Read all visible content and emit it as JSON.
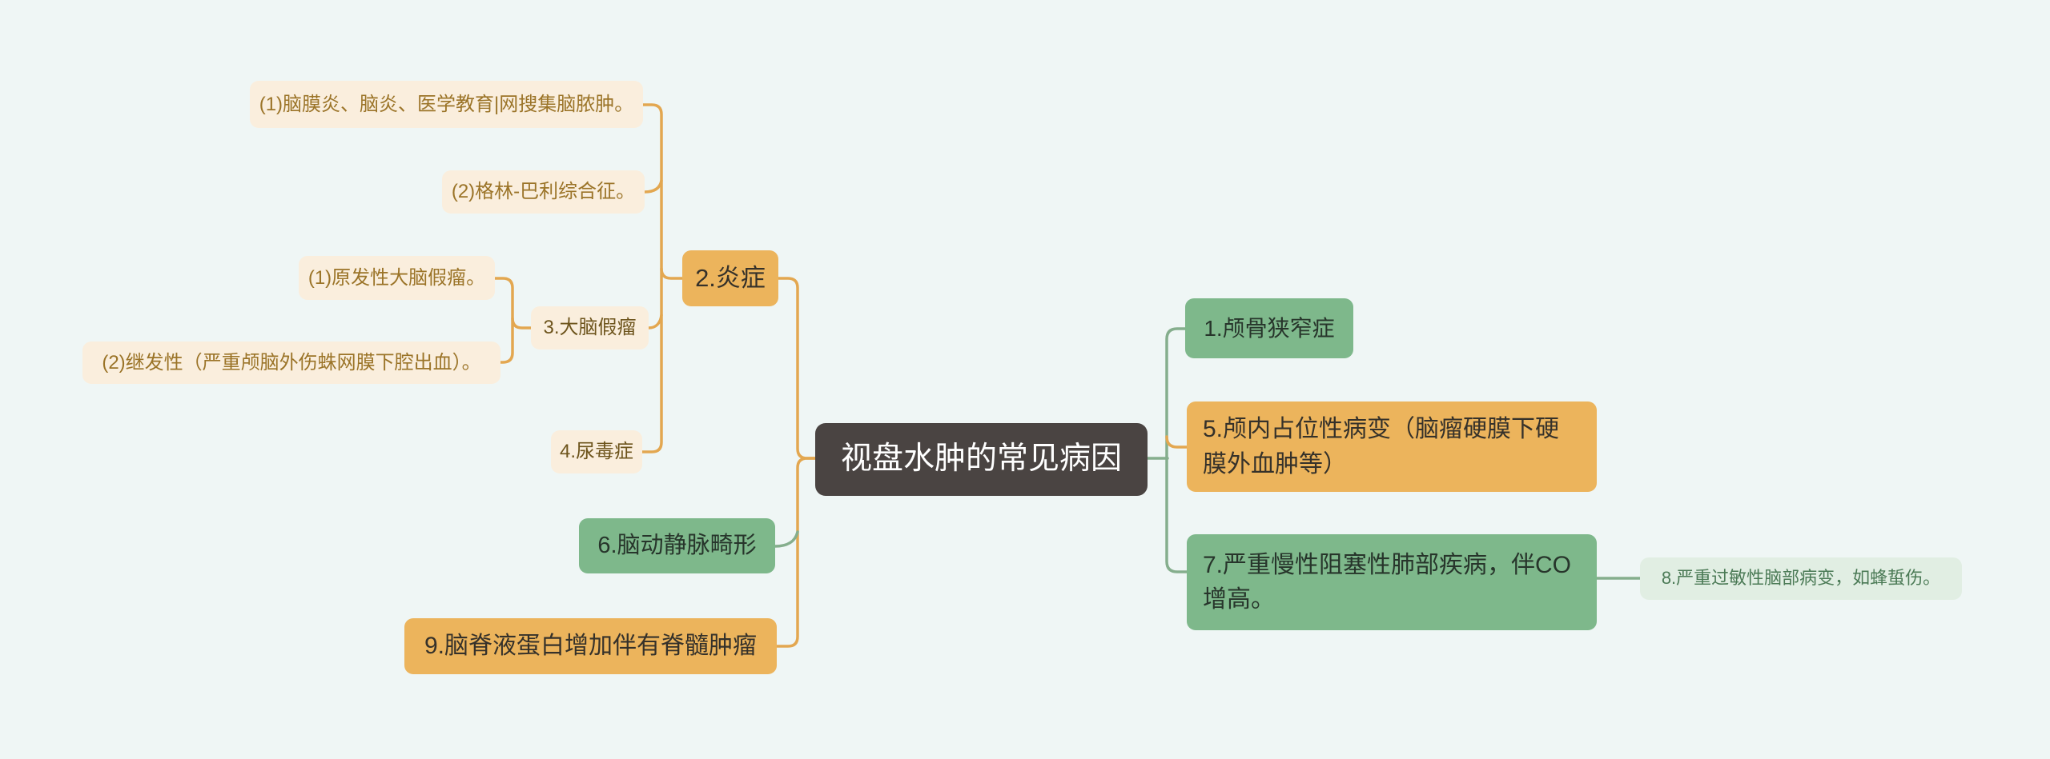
{
  "root": {
    "label": "视盘水肿的常见病因"
  },
  "left": {
    "inflammation": {
      "label": "2.炎症"
    },
    "inflammation_sub1": {
      "label": "(1)脑膜炎、脑炎、医学教育|网搜集脑脓肿。"
    },
    "inflammation_sub2": {
      "label": "(2)格林-巴利综合征。"
    },
    "pseudotumor": {
      "label": "3.大脑假瘤"
    },
    "pseudotumor_sub1": {
      "label": "(1)原发性大脑假瘤。"
    },
    "pseudotumor_sub2": {
      "label": "(2)继发性（严重颅脑外伤蛛网膜下腔出血）。"
    },
    "uremia": {
      "label": "4.尿毒症"
    },
    "avm": {
      "label": "6.脑动静脉畸形"
    },
    "csf_protein": {
      "label": "9.脑脊液蛋白增加伴有脊髓肿瘤"
    }
  },
  "right": {
    "craniostenosis": {
      "label": "1.颅骨狭窄症"
    },
    "intracranial_mass": {
      "label": "5.颅内占位性病变（脑瘤硬膜下硬膜外血肿等）"
    },
    "copd": {
      "label": "7.严重慢性阻塞性肺部疾病，伴CO增高。"
    },
    "allergy": {
      "label": "8.严重过敏性脑部病变，如蜂蜇伤。"
    }
  },
  "colors": {
    "background": "#eff6f5",
    "node_cream_bg": "#faeedd",
    "node_cream_text": "#9b7428",
    "node_cream_dark_text": "#6d541c",
    "node_orange_bg": "#ecb45c",
    "node_green_bg": "#7eb88b",
    "node_lightgreen_bg": "#e1eee3",
    "node_lightgreen_text": "#4b7a56",
    "root_bg": "#4a4442",
    "root_text": "#ffffff",
    "connector_orange": "#e3a750",
    "connector_green": "#85ae8d"
  }
}
